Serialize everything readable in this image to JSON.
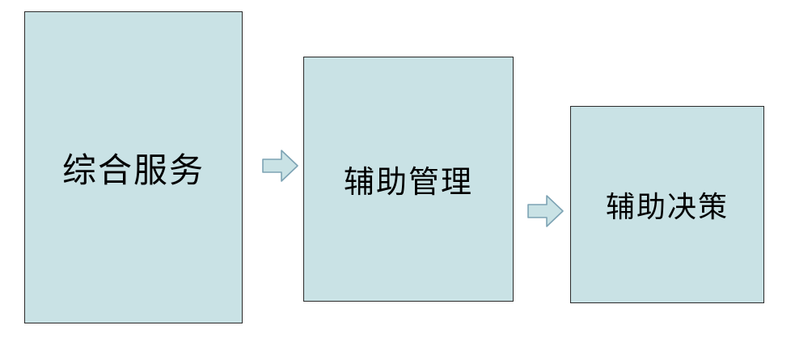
{
  "diagram": {
    "background_color": "#ffffff",
    "box_fill_color": "#c9e2e5",
    "box_border_color": "#2b2b2b",
    "arrow_fill_color": "#c9e2e5",
    "arrow_border_color": "#7da3b4",
    "nodes": [
      {
        "id": "node-1",
        "label": "综合服务"
      },
      {
        "id": "node-2",
        "label": "辅助管理"
      },
      {
        "id": "node-3",
        "label": "辅助决策"
      }
    ],
    "arrows": [
      {
        "id": "arrow-1",
        "direction": "right"
      },
      {
        "id": "arrow-2",
        "direction": "right"
      }
    ]
  }
}
